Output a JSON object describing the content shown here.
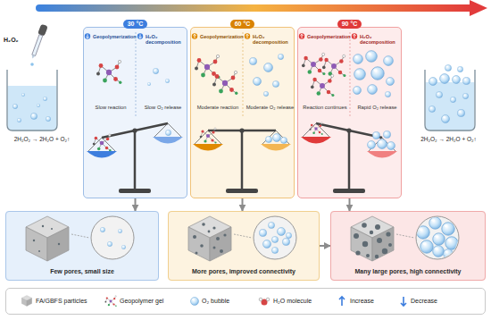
{
  "diagram": {
    "nodes": [
      {
        "text": [
          "30 °C",
          "Geopolymerization",
          "H₂O₂ decomposition",
          "Slow reaction",
          "Slow O₂ release"
        ]
      },
      {
        "text": [
          "60 °C",
          "Geopolymerization",
          "H₂O₂ decomposition",
          "Moderate reaction",
          "Moderate O₂ release"
        ]
      },
      {
        "text": [
          "90 °C",
          "Geopolymerization",
          "H₂O₂ decomposition",
          "Reaction continues",
          "Rapid O₂ release"
        ]
      },
      {
        "text": [
          "Few pores, small size"
        ]
      },
      {
        "text": [
          "More pores, improved connectivity"
        ]
      },
      {
        "text": [
          "Many large pores, high connectivity"
        ]
      }
    ],
    "edges": [
      {
        "from": 0,
        "to": 3,
        "arrow": "to"
      },
      {
        "from": 1,
        "to": 4,
        "arrow": "to"
      },
      {
        "from": 2,
        "to": 5,
        "arrow": "to"
      },
      {
        "from": 4,
        "to": 5,
        "arrow": "to"
      }
    ],
    "labels": [
      "H₂O₂",
      "2H₂O₂ → 2H₂O + O₂↑",
      "2H₂O₂ → 2H₂O + O₂↑"
    ],
    "legend": [
      {
        "text": "FA/GBFS particles"
      },
      {
        "text": "Geopolymer gel"
      },
      {
        "text": "O₂ bubble"
      },
      {
        "text": "H₂O molecule"
      },
      {
        "text": "Increase"
      },
      {
        "text": "Decrease"
      }
    ]
  }
}
